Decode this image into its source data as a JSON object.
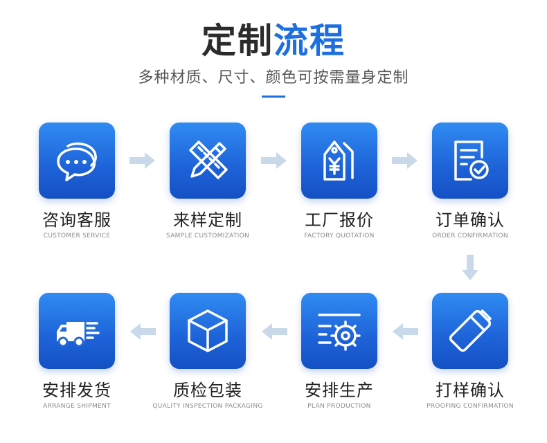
{
  "header": {
    "title_part1": "定制",
    "title_part2": "流程",
    "subtitle": "多种材质、尺寸、颜色可按需量身定制",
    "accent_color": "#1d6fe0"
  },
  "steps": [
    {
      "label": "咨询客服",
      "sublabel": "CUSTOMER SERVICE",
      "icon": "chat-bubble-icon"
    },
    {
      "label": "来样定制",
      "sublabel": "SAMPLE CUSTOMIZATION",
      "icon": "pencil-ruler-icon"
    },
    {
      "label": "工厂报价",
      "sublabel": "FACTORY QUOTATION",
      "icon": "price-tag-icon"
    },
    {
      "label": "订单确认",
      "sublabel": "ORDER CONFIRMATION",
      "icon": "document-check-icon"
    },
    {
      "label": "打样确认",
      "sublabel": "PROOFING CONFIRMATION",
      "icon": "sample-tag-icon"
    },
    {
      "label": "安排生产",
      "sublabel": "PLAN PRODUCTION",
      "icon": "gear-icon"
    },
    {
      "label": "质检包装",
      "sublabel": "QUALITY INSPECTION PACKAGING",
      "icon": "box-icon"
    },
    {
      "label": "安排发货",
      "sublabel": "ARRANGE SHIPMENT",
      "icon": "truck-icon"
    }
  ]
}
